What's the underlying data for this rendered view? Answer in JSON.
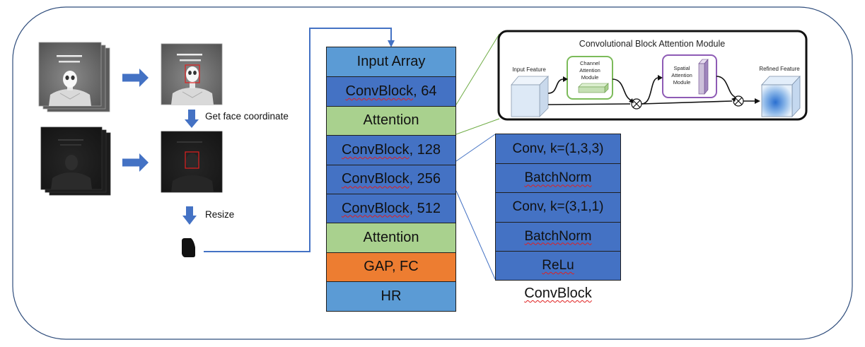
{
  "colors": {
    "accent": "#4472C4",
    "input_output": "#5B9BD5",
    "conv_block": "#4472C4",
    "attention": "#A9D18E",
    "gap_fc": "#ED7D31",
    "cbam_link": "#70AD47",
    "channel_box": "#7CBB5A",
    "spatial_box": "#8E5BB5",
    "face_box": "#E02020"
  },
  "preprocessing": {
    "face_coordinate_label": "Get face coordinate",
    "resize_label": "Resize",
    "icons": [
      "right-arrow-icon",
      "down-arrow-icon"
    ]
  },
  "network": {
    "layers": [
      {
        "label": "Input Array"
      },
      {
        "name": "ConvBlock",
        "suffix": ", 64"
      },
      {
        "label": "Attention"
      },
      {
        "name": "ConvBlock",
        "suffix": ", 128"
      },
      {
        "name": "ConvBlock",
        "suffix": ", 256"
      },
      {
        "name": "ConvBlock",
        "suffix": ", 512"
      },
      {
        "label": "Attention"
      },
      {
        "label": "GAP, FC"
      },
      {
        "label": "HR"
      }
    ]
  },
  "conv_block": {
    "layers": [
      "Conv, k=(1,3,3)",
      "BatchNorm",
      "Conv, k=(3,1,1)",
      "BatchNorm",
      "ReLu"
    ],
    "caption": "ConvBlock"
  },
  "cbam": {
    "title": "Convolutional Block Attention Module",
    "input_label": "Input Feature",
    "channel_lines": [
      "Channel",
      "Attention",
      "Module"
    ],
    "spatial_lines": [
      "Spatial",
      "Attention",
      "Module"
    ],
    "output_label": "Refined Feature",
    "icons": [
      "multiply-icon"
    ]
  }
}
